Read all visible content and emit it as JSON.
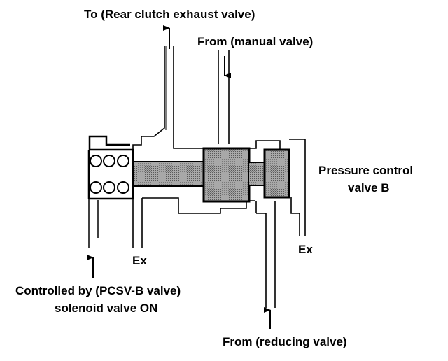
{
  "labels": {
    "to_rear_clutch": "To (Rear clutch exhaust valve)",
    "from_manual": "From (manual valve)",
    "pcv_line1": "Pressure control",
    "pcv_line2": "valve B",
    "ex_left": "Ex",
    "ex_right": "Ex",
    "controlled_line1": "Controlled by (PCSV-B valve)",
    "controlled_line2": "solenoid valve ON",
    "from_reducing": "From (reducing valve)"
  },
  "colors": {
    "ink": "#000000",
    "shaded_fill": "#9a9a9a",
    "background": "#ffffff"
  }
}
